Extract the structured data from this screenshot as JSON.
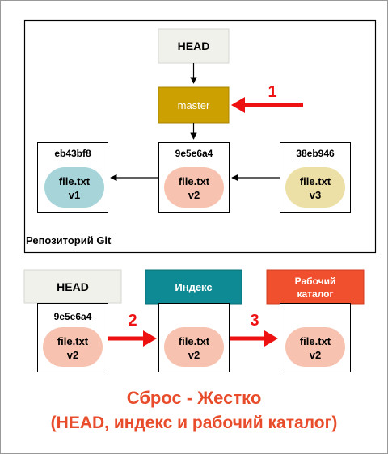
{
  "repo": {
    "label": "Репозиторий Git",
    "head_label": "HEAD",
    "branch_label": "master",
    "step1": "1",
    "commits": [
      {
        "hash": "eb43bf8",
        "file": "file.txt",
        "version": "v1"
      },
      {
        "hash": "9e5e6a4",
        "file": "file.txt",
        "version": "v2"
      },
      {
        "hash": "38eb946",
        "file": "file.txt",
        "version": "v3"
      }
    ]
  },
  "trees": {
    "head": {
      "title": "HEAD",
      "hash": "9e5e6a4",
      "file": "file.txt",
      "version": "v2"
    },
    "index": {
      "title": "Индекс",
      "file": "file.txt",
      "version": "v2"
    },
    "workdir": {
      "title_line1": "Рабочий",
      "title_line2": "каталог",
      "file": "file.txt",
      "version": "v2"
    },
    "step2": "2",
    "step3": "3"
  },
  "caption": {
    "line1": "Сброс - Жестко",
    "line2": "(HEAD, индекс и рабочий каталог)"
  },
  "colors": {
    "head_fill": "#f1f1ec",
    "master_fill": "#cca000",
    "index_fill": "#0e8a94",
    "workdir_fill": "#f1502e",
    "v1_fill": "#a6d4d8",
    "v2_fill": "#f7c3b0",
    "v3_fill": "#ede0a6",
    "arrow_red": "#ee1111",
    "caption_red": "#e84c2b"
  }
}
